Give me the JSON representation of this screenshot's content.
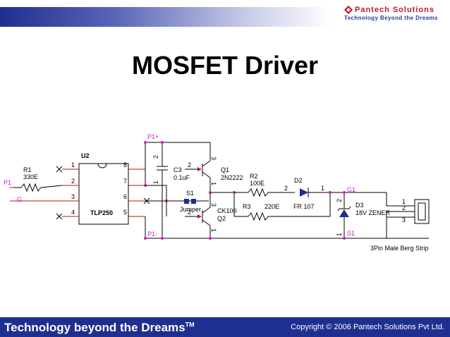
{
  "header": {
    "brand_name": "Pantech Solutions",
    "brand_tagline": "Technology Beyond the Dreams",
    "brand_color": "#c8102e",
    "bar_color": "#1f2f8f"
  },
  "slide": {
    "title": "MOSFET Driver"
  },
  "schematic": {
    "u2": {
      "ref": "U2",
      "part": "TLP250"
    },
    "r1": {
      "ref": "R1",
      "value": "330E"
    },
    "c3": {
      "ref": "C3",
      "value": "0.1uF"
    },
    "q1": {
      "ref": "Q1",
      "part": "2N2222"
    },
    "q2": {
      "ref": "Q2",
      "part": "CK100"
    },
    "r2": {
      "ref": "R2",
      "value": "100E"
    },
    "r3": {
      "ref": "R3",
      "value": "220E"
    },
    "d2": {
      "ref": "D2",
      "part": "FR 107"
    },
    "d3": {
      "ref": "D3",
      "part": "18V ZENER"
    },
    "s1": {
      "ref": "S1",
      "part": "Jumper"
    },
    "connector": {
      "label": "3Pin Male Berg Strip",
      "pins": [
        "1",
        "2",
        "3"
      ]
    },
    "nets": {
      "p1": "P1",
      "g": "G",
      "p1plus": "P1+",
      "p1minus": "P1-",
      "g1": "G1",
      "s1": "S1"
    },
    "u2_pins_left": [
      "1",
      "2",
      "3",
      "4"
    ],
    "u2_pins_right": [
      "8",
      "7",
      "6",
      "5"
    ],
    "pin_numbers": {
      "one": "1",
      "two": "2",
      "three": "3"
    }
  },
  "footer": {
    "tagline": "Technology beyond the Dreams",
    "trademark": "TM",
    "copyright": "Copyright © 2006 Pantech Solutions Pvt Ltd."
  }
}
